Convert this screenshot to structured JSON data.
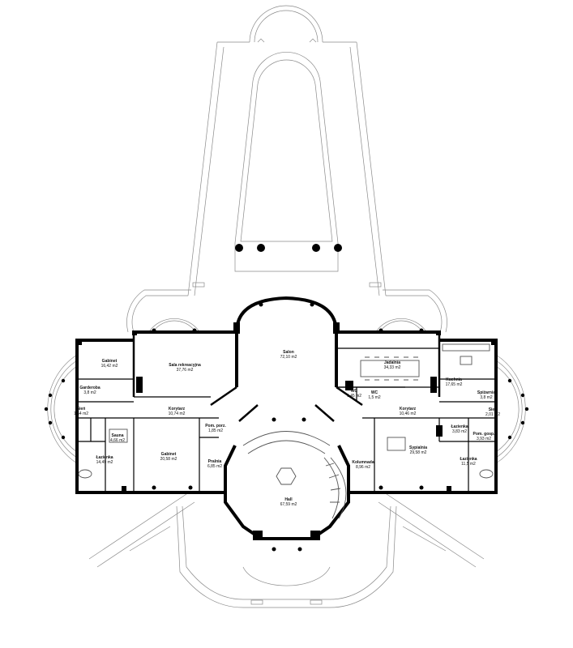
{
  "rooms": [
    {
      "id": "gabinet-1",
      "name": "Gabinet",
      "area": "16,42 m2"
    },
    {
      "id": "sala",
      "name": "Sala rekreacyjna",
      "area": "37,76 m2"
    },
    {
      "id": "salon",
      "name": "Salon",
      "area": "72,10 m2"
    },
    {
      "id": "jadalnia",
      "name": "Jadalnia",
      "area": "34,33 m2"
    },
    {
      "id": "kuchnia",
      "name": "Kuchnia",
      "area": "17,65 m2"
    },
    {
      "id": "garderoba",
      "name": "Garderoba",
      "area": "3,8 m2"
    },
    {
      "id": "sien-1",
      "name": "Sień",
      "area": "1,54 m2"
    },
    {
      "id": "korytarz-1",
      "name": "Korytarz",
      "area": "10,74 m2"
    },
    {
      "id": "wc-1",
      "name": "WC",
      "area": "1,45 m2"
    },
    {
      "id": "wc-2",
      "name": "WC",
      "area": "1,5 m2"
    },
    {
      "id": "korytarz-2",
      "name": "Korytarz",
      "area": "10,46 m2"
    },
    {
      "id": "spizarnia",
      "name": "Spiżarnia",
      "area": "3,8 m2"
    },
    {
      "id": "sien-2",
      "name": "Sień",
      "area": "2,01 m2"
    },
    {
      "id": "sauna",
      "name": "Sauna",
      "area": "4,66 m2"
    },
    {
      "id": "lazienka-1",
      "name": "Łazienka",
      "area": "14,49 m2"
    },
    {
      "id": "gabinet-2",
      "name": "Gabinet",
      "area": "20,58 m2"
    },
    {
      "id": "pom-porz",
      "name": "Pom. porz.",
      "area": "1,85 m2"
    },
    {
      "id": "pralnia",
      "name": "Pralnia",
      "area": "6,85 m2"
    },
    {
      "id": "hall",
      "name": "Hall",
      "area": "67,59 m2"
    },
    {
      "id": "kolumnada",
      "name": "Kolumnada",
      "area": "8,96 m2"
    },
    {
      "id": "sypialnia",
      "name": "Sypialnia",
      "area": "29,58 m2"
    },
    {
      "id": "lazienka-2",
      "name": "Łazienka",
      "area": "3,83 m2"
    },
    {
      "id": "pom-gosp",
      "name": "Pom. gosp.",
      "area": "3,93 m2"
    },
    {
      "id": "lazienka-3",
      "name": "Łazienka",
      "area": "11,5 m2"
    }
  ]
}
